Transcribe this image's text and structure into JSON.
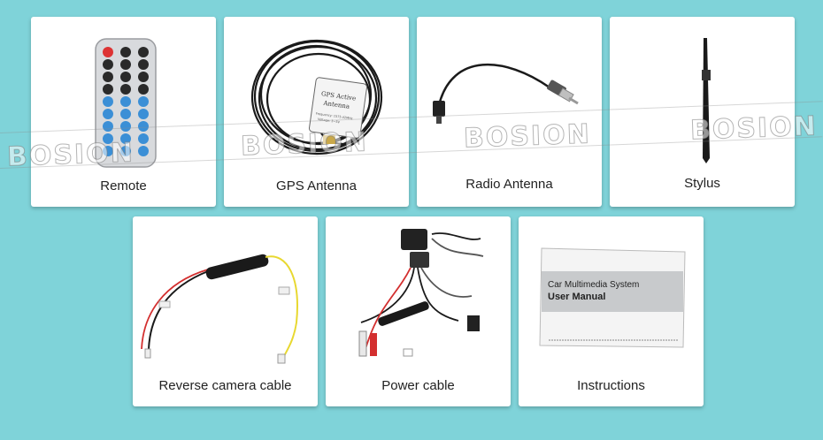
{
  "products": [
    {
      "label": "Remote"
    },
    {
      "label": "GPS Antenna",
      "sticker_line1": "GPS Active",
      "sticker_line2": "Antenna",
      "sticker_fine1": "Frequency: 1575.42MHz",
      "sticker_fine2": "Voltage: 3~5V"
    },
    {
      "label": "Radio Antenna"
    },
    {
      "label": "Stylus"
    },
    {
      "label": "Reverse camera cable"
    },
    {
      "label": "Power cable"
    },
    {
      "label": "Instructions",
      "manual_line1": "Car Multimedia System",
      "manual_line2": "User Manual"
    }
  ],
  "watermark": {
    "text": "BOSION"
  },
  "colors": {
    "background": "#7fd3d9",
    "card": "#ffffff",
    "remote_button_blue": "#3b8fd6",
    "remote_body": "#d8dadd",
    "cable_black": "#1a1a1a",
    "wire_yellow": "#e8d830",
    "wire_red": "#d32f2f"
  }
}
